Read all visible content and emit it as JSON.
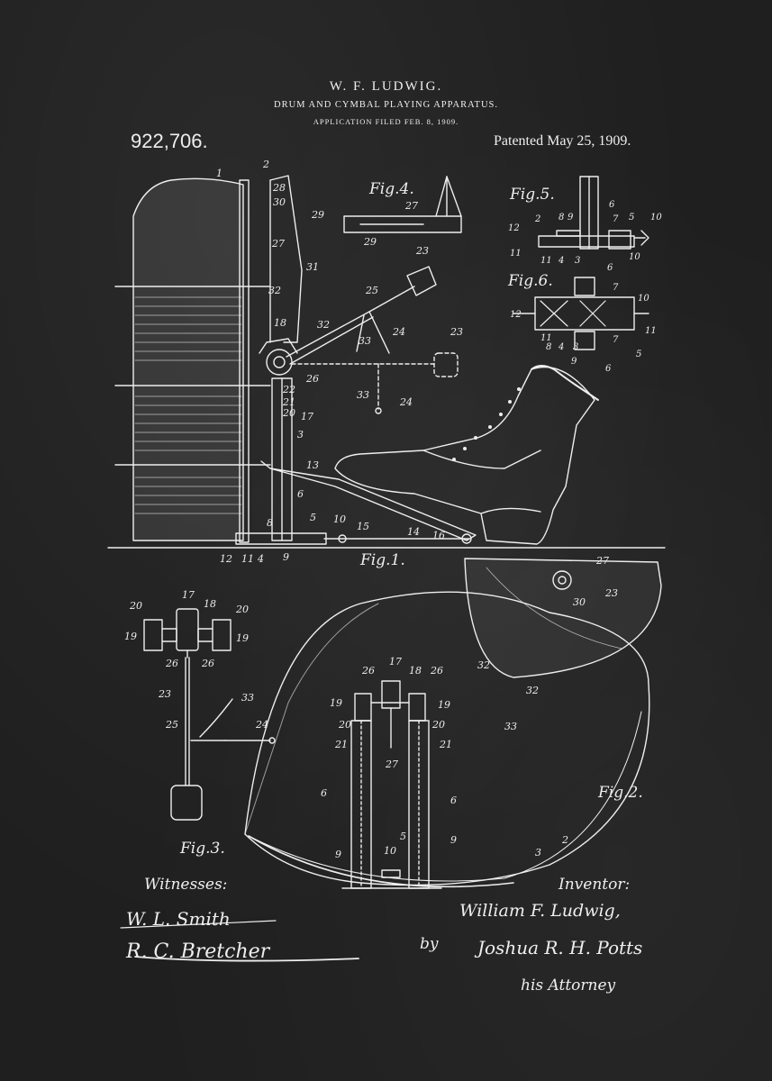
{
  "header": {
    "inventor_name": "W. F. LUDWIG.",
    "title": "DRUM AND CYMBAL PLAYING APPARATUS.",
    "filed": "APPLICATION FILED FEB. 8, 1909.",
    "patent_number": "922,706.",
    "patented": "Patented May 25, 1909."
  },
  "figures": {
    "fig1": "Fig.1.",
    "fig2": "Fig.2.",
    "fig3": "Fig.3.",
    "fig4": "Fig.4.",
    "fig5": "Fig.5.",
    "fig6": "Fig.6."
  },
  "footer": {
    "witnesses_label": "Witnesses:",
    "witness1": "W. L. Smith",
    "witness2": "R. C. Bretcher",
    "inventor_label": "Inventor:",
    "inventor_signature": "William F. Ludwig,",
    "by": "by",
    "attorney_signature": "Joshua R. H. Potts",
    "attorney_label": "his Attorney"
  },
  "colors": {
    "background": "#1f1f1f",
    "ink": "#eeeeee"
  }
}
